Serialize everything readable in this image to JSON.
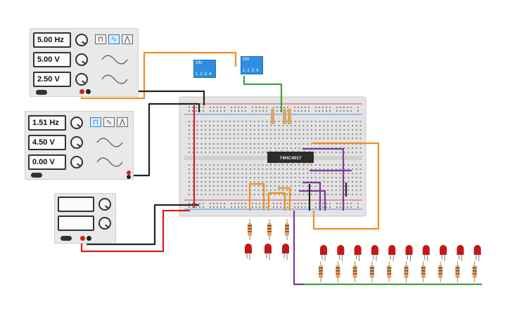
{
  "function_generator_1": {
    "frequency": "5.00 Hz",
    "amplitude": "5.00 V",
    "dc_offset": "2.50 V",
    "selected_wave": "sine"
  },
  "function_generator_2": {
    "frequency": "1.51 Hz",
    "amplitude": "4.50 V",
    "dc_offset": "0.00 V",
    "selected_wave": "square"
  },
  "power_supply": {
    "voltage_display": "",
    "current_display": ""
  },
  "dip_switch_1": {
    "on_label": "ON",
    "numbers": "1234"
  },
  "dip_switch_2": {
    "on_label": "ON",
    "numbers": "1234"
  },
  "ic": {
    "label": "74HC4017"
  },
  "colors": {
    "wire_orange": "#f0901e",
    "wire_red": "#d0201e",
    "wire_black": "#222222",
    "wire_green": "#3aa23a",
    "wire_purple": "#7a3a9a",
    "led_red": "#c21818",
    "dip_blue": "#2f8ee0",
    "breadboard": "#e3e3e3"
  },
  "leds": {
    "top_group_count": 3,
    "bottom_row_count": 10
  }
}
